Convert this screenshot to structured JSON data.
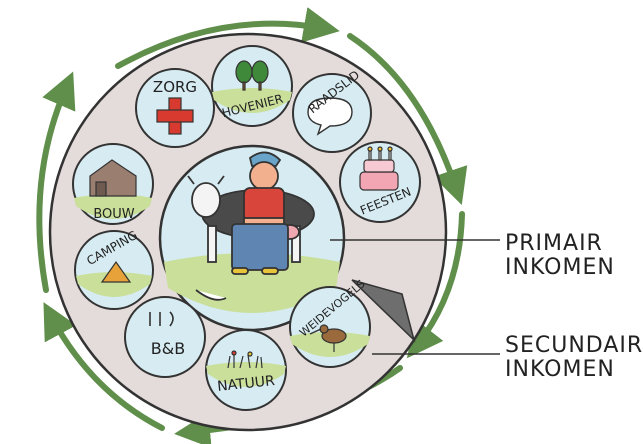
{
  "callouts": {
    "primary": [
      "PRIMAIR",
      "INKOMEN"
    ],
    "secondary": [
      "SECUNDAIR",
      "INKOMEN"
    ]
  },
  "activities": [
    {
      "id": "zorg",
      "label": "ZORG",
      "icon": "red-cross-icon"
    },
    {
      "id": "hovenier",
      "label": "HOVENIER",
      "icon": "trees-icon"
    },
    {
      "id": "raadslid",
      "label": "RAADSLID",
      "icon": "speech-bubble-icon"
    },
    {
      "id": "feesten",
      "label": "FEESTEN",
      "icon": "cake-icon"
    },
    {
      "id": "weidevogels",
      "label": "WEIDEVOGELS",
      "icon": "meadow-bird-icon"
    },
    {
      "id": "natuur",
      "label": "NATUUR",
      "icon": "grass-flowers-icon"
    },
    {
      "id": "bb",
      "label": "B&B",
      "icon": "bed-icon"
    },
    {
      "id": "camping",
      "label": "CAMPING",
      "icon": "tent-icon"
    },
    {
      "id": "bouw",
      "label": "BOUW",
      "icon": "barn-icon"
    }
  ],
  "center": {
    "icon": "farmer-with-cow-icon"
  },
  "colors": {
    "ring": "#e4dcdb",
    "bubble": "#d7ecf2",
    "grass": "#c9df9a",
    "arrow": "#5f8f4a",
    "red": "#d83a2f"
  }
}
